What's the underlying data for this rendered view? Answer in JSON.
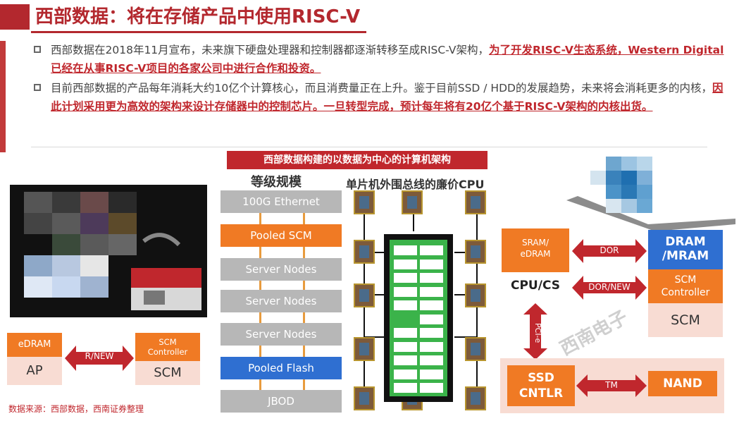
{
  "title": "西部数据：将在存储产品中使用RISC-V",
  "bullets": [
    {
      "parts": [
        {
          "t": "西部数据在2018年11月宣布，未来旗下硬盘处理器和控制器都逐渐转移至成RISC-V架构，",
          "hl": false
        },
        {
          "t": "为了开发RISC-V生态系统，Western Digital已经在从事RISC-V项目的各家公司中进行合作和投资。",
          "hl": true
        }
      ]
    },
    {
      "parts": [
        {
          "t": "目前西部数据的产品每年消耗大约10亿个计算核心，而且消费量正在上升。鉴于目前SSD / HDD的发展趋势，未来将会消耗更多的内核，",
          "hl": false
        },
        {
          "t": "因此计划采用更为高效的架构来设计存储器中的控制芯片。一旦转型完成，预计每年将有20亿个基于RISC-V架构的内核出货。",
          "hl": true
        }
      ]
    }
  ],
  "banner": "西部数据构建的以数据为中心的计算机架构",
  "left_stack_title": "等级规模",
  "stack": [
    {
      "label": "100G Ethernet",
      "style": "gray"
    },
    {
      "label": "Pooled SCM",
      "style": "orange"
    },
    {
      "label": "Server Nodes",
      "style": "gray"
    },
    {
      "label": "Server Nodes",
      "style": "gray"
    },
    {
      "label": "Server Nodes",
      "style": "gray"
    },
    {
      "label": "Pooled Flash",
      "style": "blue"
    },
    {
      "label": "JBOD",
      "style": "gray"
    }
  ],
  "cpu_title": "单片机外围总线的廉价CPU",
  "left_blocks": {
    "edram": "eDRAM",
    "ap": "AP",
    "link": "R/NEW",
    "scm_ctrl": "SCM\nController",
    "scm": "SCM"
  },
  "right_blocks": {
    "sram": "SRAM/\neDRAM",
    "cpu_cs": "CPU/CS",
    "dor": "DOR",
    "dor_new": "DOR/NEW",
    "dram": "DRAM\n/MRAM",
    "scm_ctrl": "SCM\nController",
    "scm": "SCM",
    "pcie": "PCI-e",
    "ssd": "SSD\nCNTLR",
    "tm": "TM",
    "nand": "NAND"
  },
  "watermark": "西南电子",
  "footer": "数据来源：西部数据，西南证券整理",
  "colors": {
    "accent": "#c0272d",
    "orange": "#f07a24",
    "blue": "#2f6fd1",
    "pink": "#f8dcd3",
    "gray": "#b7b7b7"
  }
}
